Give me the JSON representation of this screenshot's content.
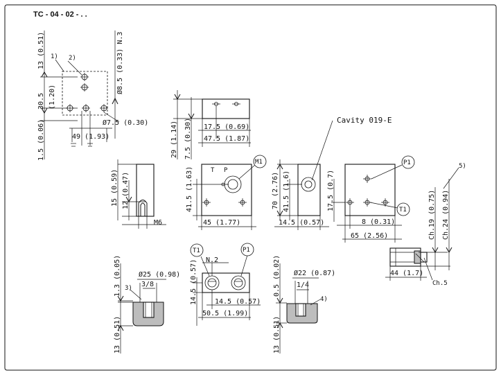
{
  "title": "TC - 04 - 02 - . .",
  "top_left_view": {
    "dim_13": "13 (0.51)",
    "dim_30_5": "30.5",
    "dim_1_20": "(1.20)",
    "dim_1_5": "1.5 (0.06)",
    "dim_8_5": "Ø8.5 (0.33) N.3",
    "dim_7_5": "Ø7.5 (0.30)",
    "dim_49": "49 (1.93)",
    "callout_1": "1)",
    "callout_2": "2)"
  },
  "top_block_view": {
    "dim_29": "29 (1.14)",
    "dim_7_5": "7.5 (0.30)",
    "dim_17_5": "17.5 (0.69)",
    "dim_47_5": "47.5 (1.87)"
  },
  "cavity_label": "Cavity 019-E",
  "side_view": {
    "dim_15": "15 (0.59)",
    "dim_12": "12 (0.47)",
    "thread": "M6"
  },
  "front_view": {
    "dim_41_5": "41.5 (1.63)",
    "dim_45": "45 (1.77)",
    "port_m1": "M1",
    "port_t": "T",
    "port_p": "P"
  },
  "right_side_view": {
    "dim_70": "70 (2.76)",
    "dim_41_5": "41.5 (1.6)",
    "dim_14_5": "14.5 (0.57)"
  },
  "rear_view": {
    "dim_17_5": "17.5 (0.7)",
    "dim_8": "8 (0.31)",
    "dim_65": "65 (2.56)",
    "port_p1": "P1",
    "port_t1": "T1"
  },
  "valve_view": {
    "callout_5": "5)",
    "dim_ch19": "Ch.19 (0.75)",
    "dim_ch24": "Ch.24 (0.94)",
    "dim_44": "44 (1.7)",
    "dim_ch5": "Ch.5"
  },
  "bottom_left_view": {
    "dim_1_3": "1.3 (0.05)",
    "dim_25": "Ø25 (0.98)",
    "thread": "3/8",
    "callout_3": "3)",
    "dim_13": "13 (0.51)"
  },
  "bottom_top_view": {
    "port_t1": "T1",
    "port_p1": "P1",
    "qty": "N.2",
    "dim_14_5_v": "14.5 (0.57)",
    "dim_14_5_h": "14.5 (0.57)",
    "dim_50_5": "50.5 (1.99)"
  },
  "bottom_right_view": {
    "dim_0_5": "0.5 (0.02)",
    "dim_22": "Ø22 (0.87)",
    "thread": "1/4",
    "callout_4": "4)",
    "dim_13": "13 (0.51)"
  }
}
